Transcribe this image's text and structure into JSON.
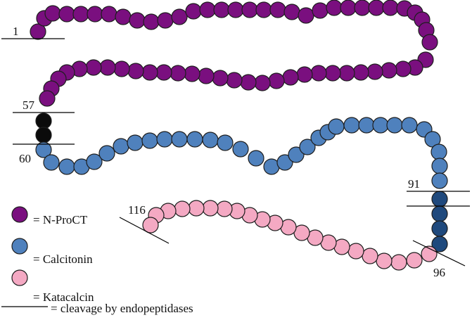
{
  "colors": {
    "nproct": "#7a0f7f",
    "cleavage_site": "#0b0b0b",
    "calcitonin": "#4f81bd",
    "calcitonin_dark": "#1f497d",
    "katacalcin": "#f4a9c3"
  },
  "residue_labels": {
    "r1": "1",
    "r57": "57",
    "r60": "60",
    "r91": "91",
    "r96": "96",
    "r116": "116"
  },
  "legend": {
    "nproct": "= N-ProCT",
    "calcitonin": "= Calcitonin",
    "katacalcin": "= Katacalcin",
    "cleavage": "= cleavage by endopeptidases"
  }
}
